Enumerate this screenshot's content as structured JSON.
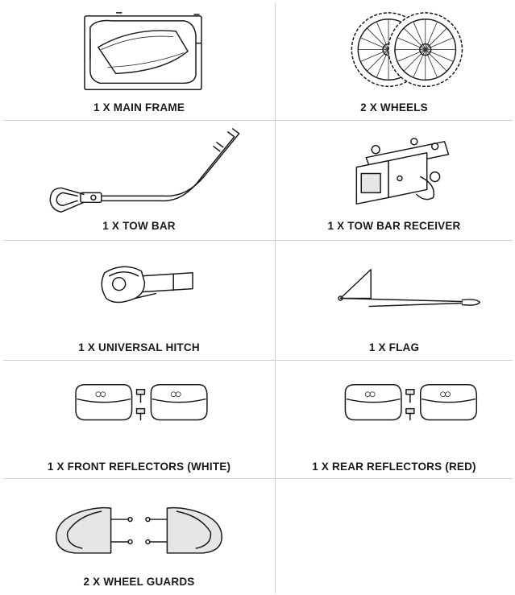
{
  "parts": [
    {
      "label": "1 X MAIN FRAME",
      "icon": "main-frame-icon"
    },
    {
      "label": "2 X WHEELS",
      "icon": "wheels-icon"
    },
    {
      "label": "1 X TOW BAR",
      "icon": "tow-bar-icon"
    },
    {
      "label": "1 X TOW BAR RECEIVER",
      "icon": "tow-bar-receiver-icon"
    },
    {
      "label": "1 X UNIVERSAL HITCH",
      "icon": "universal-hitch-icon"
    },
    {
      "label": "1 X FLAG",
      "icon": "flag-icon"
    },
    {
      "label": "1 X FRONT REFLECTORS (WHITE)",
      "icon": "front-reflectors-icon"
    },
    {
      "label": "1 X REAR REFLECTORS (RED)",
      "icon": "rear-reflectors-icon"
    },
    {
      "label": "2 X WHEEL GUARDS",
      "icon": "wheel-guards-icon"
    }
  ]
}
